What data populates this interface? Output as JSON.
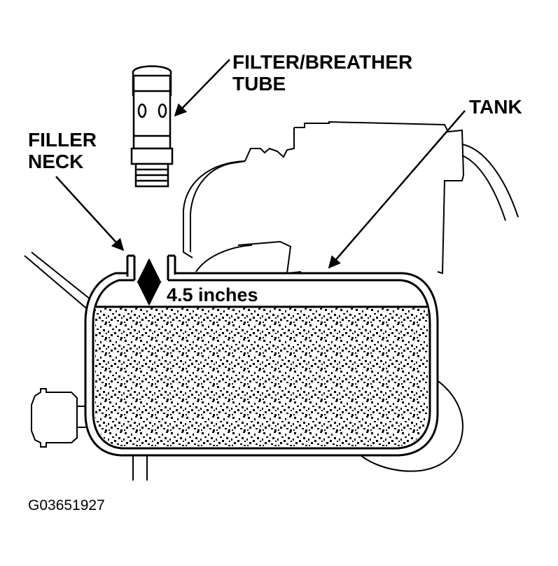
{
  "labels": {
    "filter_breather_line1": "FILTER/BREATHER",
    "filter_breather_line2": "TUBE",
    "tank": "TANK",
    "filler_line1": "FILLER",
    "filler_line2": "NECK",
    "dimension": "4.5 inches"
  },
  "figure_code": "G03651927",
  "colors": {
    "ink": "#000000",
    "paper": "#ffffff"
  }
}
